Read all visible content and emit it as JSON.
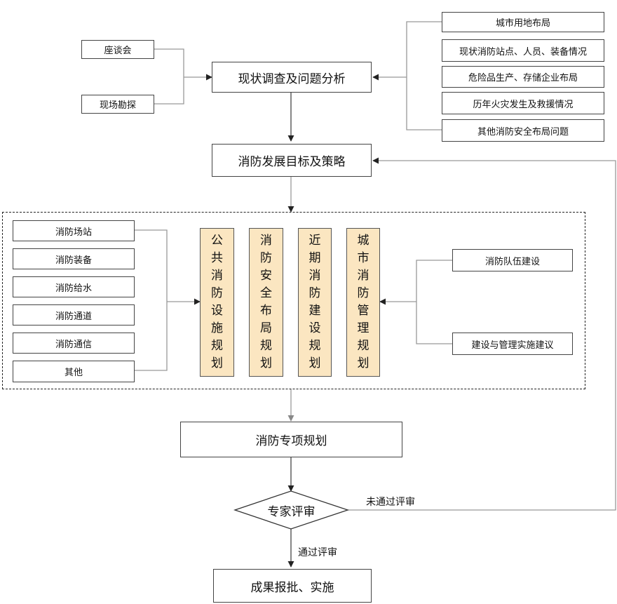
{
  "top_left_inputs": [
    "座谈会",
    "现场勘探"
  ],
  "top_right_inputs": [
    "城市用地布局",
    "现状消防站点、人员、装备情况",
    "危险品生产、存储企业布局",
    "历年火灾发生及救援情况",
    "其他消防安全布局问题"
  ],
  "survey": "现状调查及问题分析",
  "goals": "消防发展目标及策略",
  "left_items": [
    "消防场站",
    "消防装备",
    "消防给水",
    "消防通道",
    "消防通信",
    "其他"
  ],
  "plans": [
    "公共消防设施规划",
    "消防安全布局规划",
    "近期消防建设规划",
    "城市消防管理规划"
  ],
  "right_items": [
    "消防队伍建设",
    "建设与管理实施建议"
  ],
  "special_plan": "消防专项规划",
  "review": "专家评审",
  "fail_label": "未通过评审",
  "pass_label": "通过评审",
  "final": "成果报批、实施",
  "colors": {
    "plan_fill": "#fbe6c1",
    "line": "#444444",
    "connector": "#999999"
  }
}
